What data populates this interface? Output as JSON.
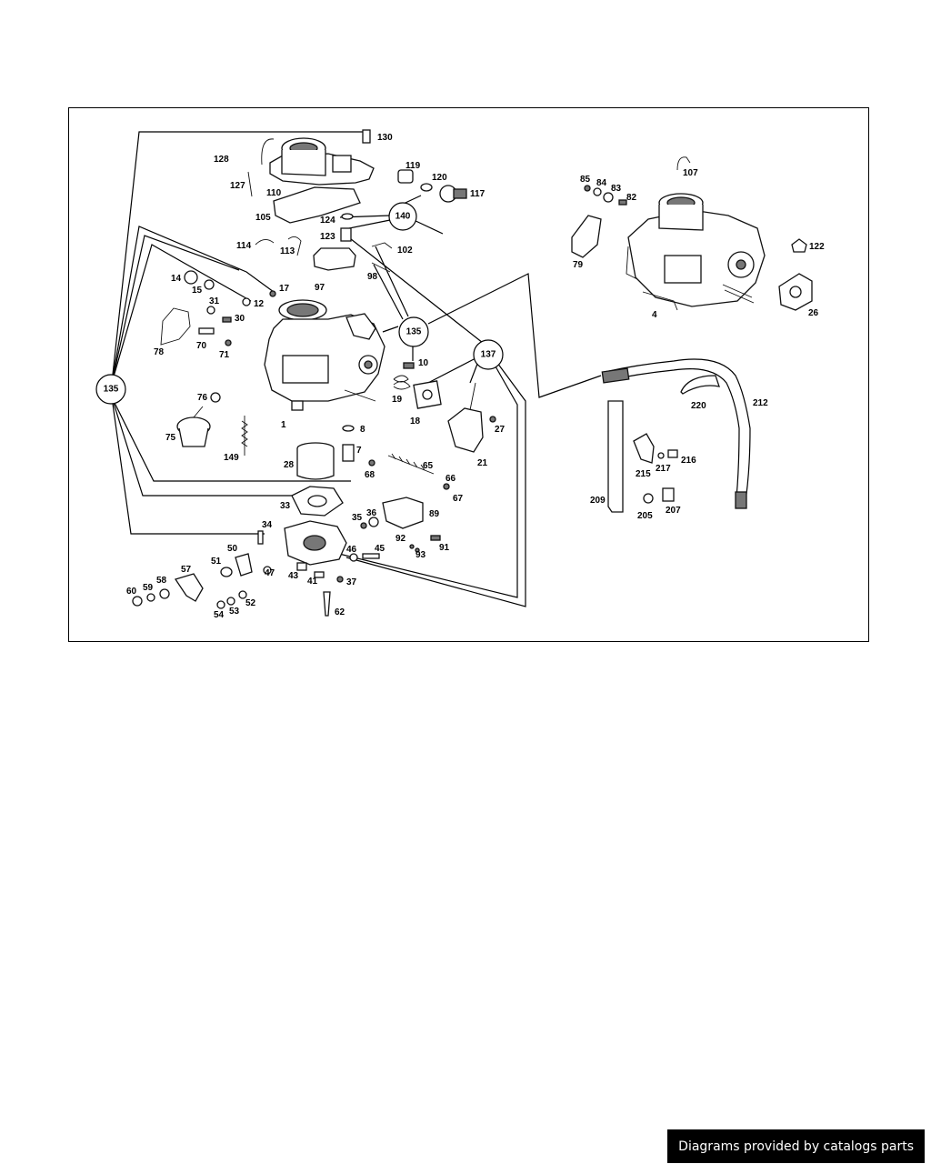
{
  "credit": "Diagrams provided by catalogs parts",
  "callouts": [
    {
      "id": "135-left",
      "text": "135"
    },
    {
      "id": "135-mid",
      "text": "135"
    },
    {
      "id": "137",
      "text": "137"
    },
    {
      "id": "140",
      "text": "140"
    }
  ],
  "part_labels": [
    {
      "id": "130",
      "text": "130"
    },
    {
      "id": "128",
      "text": "128"
    },
    {
      "id": "127",
      "text": "127"
    },
    {
      "id": "110",
      "text": "110"
    },
    {
      "id": "105",
      "text": "105"
    },
    {
      "id": "119",
      "text": "119"
    },
    {
      "id": "120",
      "text": "120"
    },
    {
      "id": "117",
      "text": "117"
    },
    {
      "id": "124",
      "text": "124"
    },
    {
      "id": "123",
      "text": "123"
    },
    {
      "id": "102",
      "text": "102"
    },
    {
      "id": "114",
      "text": "114"
    },
    {
      "id": "113",
      "text": "113"
    },
    {
      "id": "97",
      "text": "97"
    },
    {
      "id": "98",
      "text": "98"
    },
    {
      "id": "14",
      "text": "14"
    },
    {
      "id": "15",
      "text": "15"
    },
    {
      "id": "17",
      "text": "17"
    },
    {
      "id": "12",
      "text": "12"
    },
    {
      "id": "31",
      "text": "31"
    },
    {
      "id": "30",
      "text": "30"
    },
    {
      "id": "78",
      "text": "78"
    },
    {
      "id": "70",
      "text": "70"
    },
    {
      "id": "71",
      "text": "71"
    },
    {
      "id": "10",
      "text": "10"
    },
    {
      "id": "19",
      "text": "19"
    },
    {
      "id": "18",
      "text": "18"
    },
    {
      "id": "76",
      "text": "76"
    },
    {
      "id": "75",
      "text": "75"
    },
    {
      "id": "149",
      "text": "149"
    },
    {
      "id": "1",
      "text": "1"
    },
    {
      "id": "8",
      "text": "8"
    },
    {
      "id": "7",
      "text": "7"
    },
    {
      "id": "28",
      "text": "28"
    },
    {
      "id": "68",
      "text": "68"
    },
    {
      "id": "65",
      "text": "65"
    },
    {
      "id": "66",
      "text": "66"
    },
    {
      "id": "67",
      "text": "67"
    },
    {
      "id": "27",
      "text": "27"
    },
    {
      "id": "21",
      "text": "21"
    },
    {
      "id": "33",
      "text": "33"
    },
    {
      "id": "36",
      "text": "36"
    },
    {
      "id": "35",
      "text": "35"
    },
    {
      "id": "89",
      "text": "89"
    },
    {
      "id": "34",
      "text": "34"
    },
    {
      "id": "92",
      "text": "92"
    },
    {
      "id": "93",
      "text": "93"
    },
    {
      "id": "91",
      "text": "91"
    },
    {
      "id": "50",
      "text": "50"
    },
    {
      "id": "51",
      "text": "51"
    },
    {
      "id": "47",
      "text": "47"
    },
    {
      "id": "46",
      "text": "46"
    },
    {
      "id": "45",
      "text": "45"
    },
    {
      "id": "43",
      "text": "43"
    },
    {
      "id": "41",
      "text": "41"
    },
    {
      "id": "37",
      "text": "37"
    },
    {
      "id": "57",
      "text": "57"
    },
    {
      "id": "58",
      "text": "58"
    },
    {
      "id": "59",
      "text": "59"
    },
    {
      "id": "60",
      "text": "60"
    },
    {
      "id": "52",
      "text": "52"
    },
    {
      "id": "53",
      "text": "53"
    },
    {
      "id": "54",
      "text": "54"
    },
    {
      "id": "62",
      "text": "62"
    },
    {
      "id": "107",
      "text": "107"
    },
    {
      "id": "85",
      "text": "85"
    },
    {
      "id": "84",
      "text": "84"
    },
    {
      "id": "83",
      "text": "83"
    },
    {
      "id": "82",
      "text": "82"
    },
    {
      "id": "79",
      "text": "79"
    },
    {
      "id": "122",
      "text": "122"
    },
    {
      "id": "4",
      "text": "4"
    },
    {
      "id": "26",
      "text": "26"
    },
    {
      "id": "220",
      "text": "220"
    },
    {
      "id": "212",
      "text": "212"
    },
    {
      "id": "216",
      "text": "216"
    },
    {
      "id": "217",
      "text": "217"
    },
    {
      "id": "215",
      "text": "215"
    },
    {
      "id": "209",
      "text": "209"
    },
    {
      "id": "205",
      "text": "205"
    },
    {
      "id": "207",
      "text": "207"
    }
  ]
}
